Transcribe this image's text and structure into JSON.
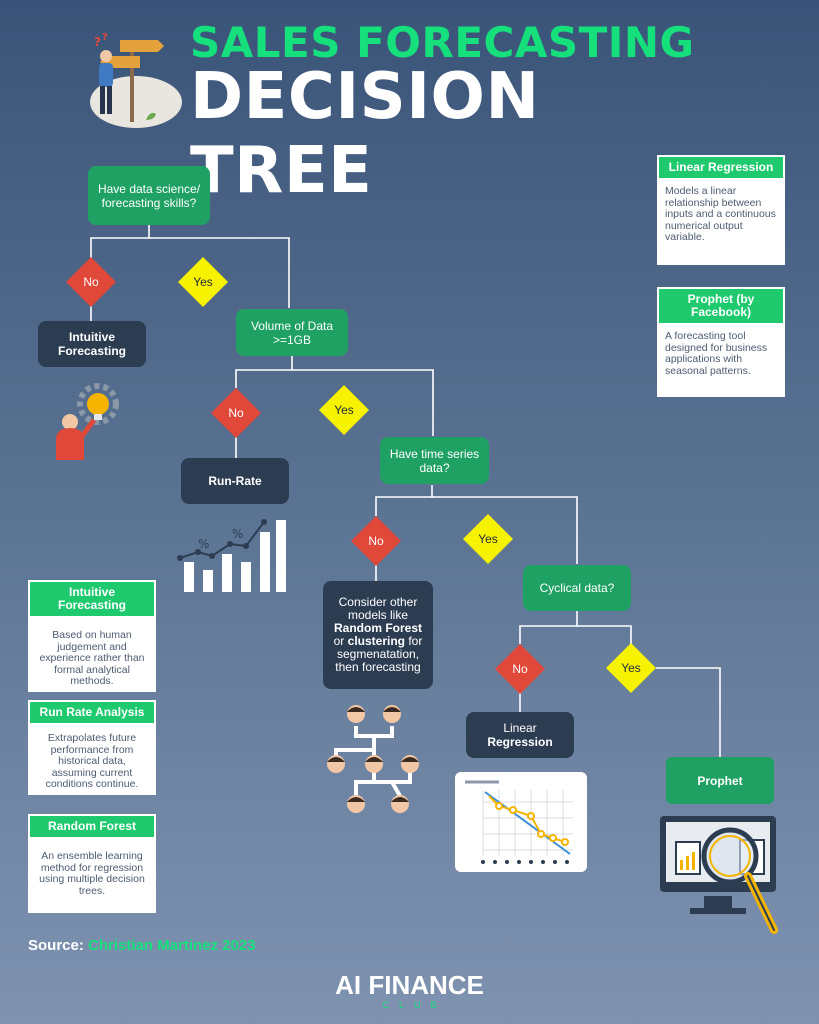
{
  "title": {
    "line1": "SALES FORECASTING",
    "line2": "DECISION TREE"
  },
  "nodes": {
    "q_skills": "Have data science/ forecasting skills?",
    "no1": "No",
    "yes1": "Yes",
    "intuitive": "Intuitive Forecasting",
    "q_volume": "Volume of Data >=1GB",
    "no2": "No",
    "yes2": "Yes",
    "runrate": "Run-Rate",
    "q_timeseries": "Have time series data?",
    "no3": "No",
    "yes3": "Yes",
    "other_models": {
      "p1": "Consider other models like",
      "b1": "Random Forest",
      "p2": "or",
      "b2": "clustering",
      "p3": "for segmenatation, then forecasting"
    },
    "q_cyclical": "Cyclical data?",
    "no4": "No",
    "yes4": "Yes",
    "linear": {
      "line1": "Linear",
      "line2": "Regression"
    },
    "prophet": "Prophet"
  },
  "chart_icon_labels": {
    "pct1": "%",
    "pct2": "%"
  },
  "cards": {
    "linear": {
      "head": "Linear Regression",
      "body": "Models a linear relationship between inputs and a continuous numerical output variable."
    },
    "prophet": {
      "head": "Prophet (by Facebook)",
      "body": "A forecasting tool designed for business applications with seasonal patterns."
    },
    "intuitive": {
      "head": "Intuitive Forecasting",
      "body": "Based on human judgement and experience rather than formal analytical methods."
    },
    "runrate": {
      "head": "Run Rate Analysis",
      "body": "Extrapolates future performance from historical data, assuming current conditions continue."
    },
    "randomforest": {
      "head": "Random Forest",
      "body": "An ensemble learning method for regression using multiple decision trees."
    }
  },
  "source": {
    "label": "Source:",
    "name": "Christian Martinez 2023"
  },
  "brand": {
    "name": "AI FINANCE",
    "sub": "CLUB"
  },
  "colors": {
    "green": "#1fa164",
    "accent_green": "#15e07c",
    "dark": "#2c3d52",
    "red_diamond": "#e0483a",
    "yellow_diamond": "#f7f200"
  }
}
